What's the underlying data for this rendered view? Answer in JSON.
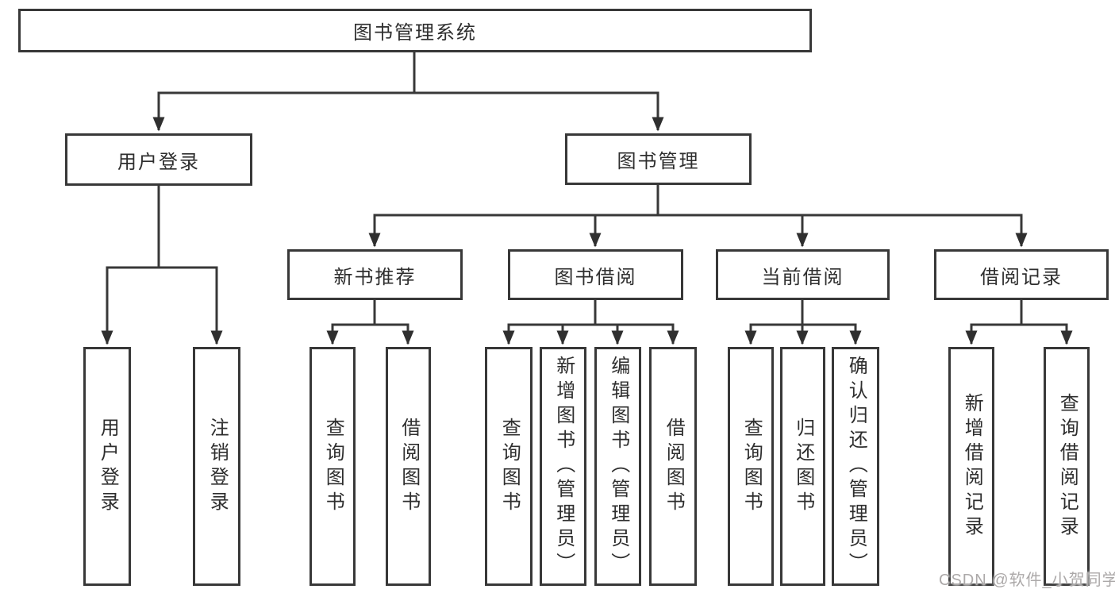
{
  "colors": {
    "line": "#383838",
    "box_border": "#383838",
    "text": "#2e2e2e",
    "watermark_text": "#aca9a9",
    "background": "#ffffff"
  },
  "watermark": {
    "text": "CSDN @软件_小贺同学"
  },
  "tree": {
    "root": {
      "label": "图书管理系统"
    },
    "branches": [
      {
        "label": "用户登录",
        "leaves": [
          "用户登录",
          "注销登录"
        ]
      },
      {
        "label": "图书管理",
        "sections": [
          {
            "label": "新书推荐",
            "leaves": [
              "查询图书",
              "借阅图书"
            ]
          },
          {
            "label": "图书借阅",
            "leaves": [
              "查询图书",
              "新增图书（管理员）",
              "编辑图书（管理员）",
              "借阅图书"
            ]
          },
          {
            "label": "当前借阅",
            "leaves": [
              "查询图书",
              "归还图书",
              "确认归还（管理员）"
            ]
          },
          {
            "label": "借阅记录",
            "leaves": [
              "新增借阅记录",
              "查询借阅记录"
            ]
          }
        ]
      }
    ]
  }
}
